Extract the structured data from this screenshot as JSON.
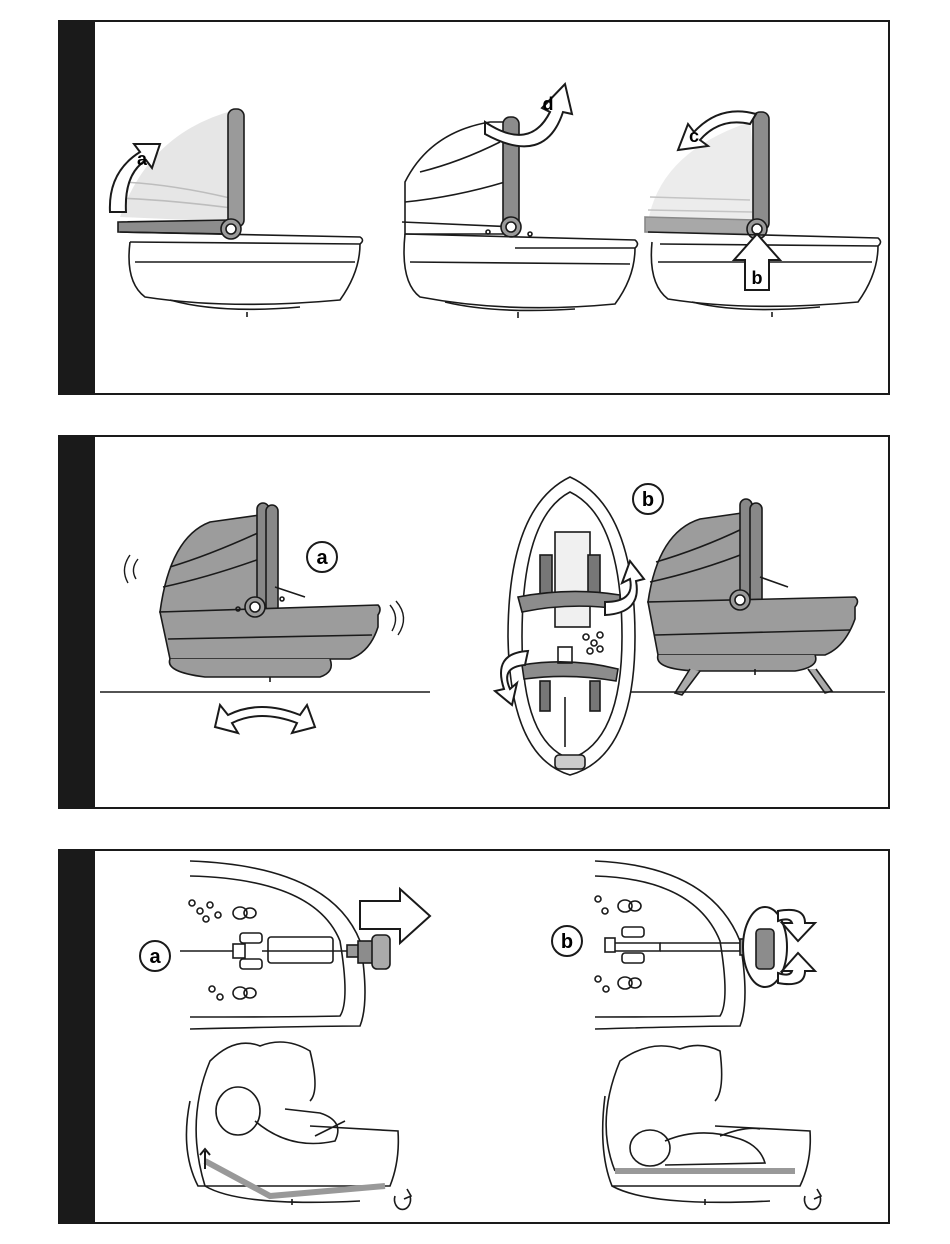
{
  "panels": [
    {
      "step_labels": [
        "a",
        "b",
        "c",
        "d"
      ]
    },
    {
      "step_labels": [
        "a",
        "b"
      ]
    },
    {
      "step_labels": [
        "a",
        "b"
      ]
    }
  ]
}
